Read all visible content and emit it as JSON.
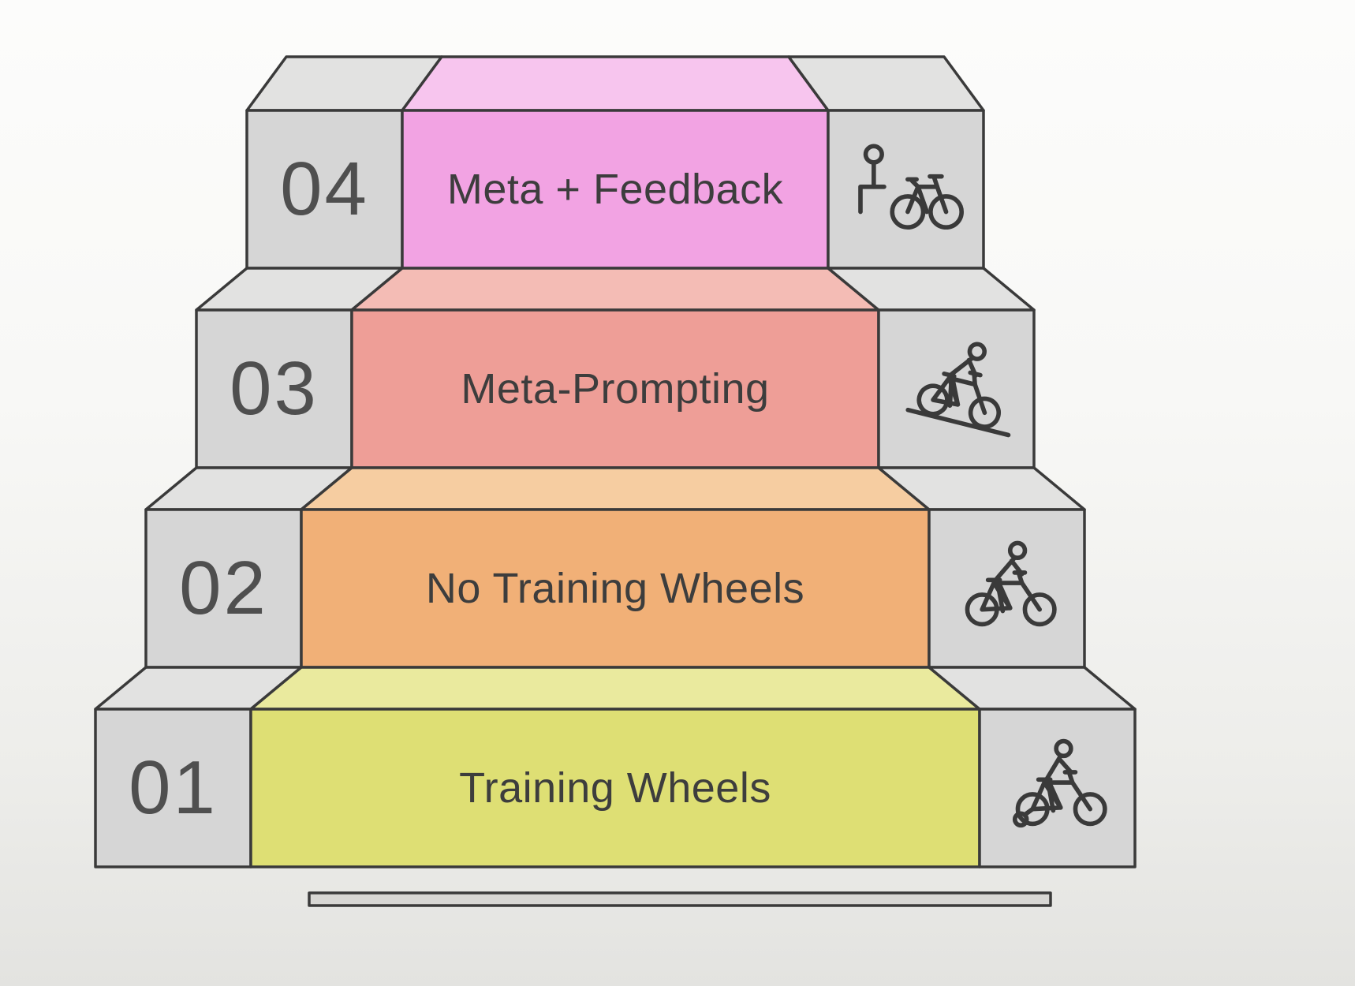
{
  "diagram": {
    "kind": "staircase-infographic",
    "description": "Four ascending steps of prompting maturity, each step with a number block, a colored label band, and a cycling line icon"
  },
  "levels": [
    {
      "number": "01",
      "label": "Training Wheels",
      "icon": "cyclist-with-training-wheels-icon",
      "front_color": "#dedf74",
      "top_color": "#eaea9e"
    },
    {
      "number": "02",
      "label": "No Training Wheels",
      "icon": "cyclist-riding-icon",
      "front_color": "#f1b077",
      "top_color": "#f6cda1"
    },
    {
      "number": "03",
      "label": "Meta-Prompting",
      "icon": "cyclist-downhill-icon",
      "front_color": "#ee9e97",
      "top_color": "#f4bcb5"
    },
    {
      "number": "04",
      "label": "Meta + Feedback",
      "icon": "person-with-parked-bike-icon",
      "front_color": "#f2a3e3",
      "top_color": "#f7c5ee"
    }
  ],
  "colors": {
    "cap_front": "#d6d6d6",
    "cap_top": "#e2e2e1",
    "outline": "#3a3a3a",
    "number_text": "#4f4f4f",
    "label_text": "#3d3d3d",
    "floor": "#d8d7d4",
    "background_top": "#fcfcfb",
    "background_bottom": "#e3e3e0"
  }
}
